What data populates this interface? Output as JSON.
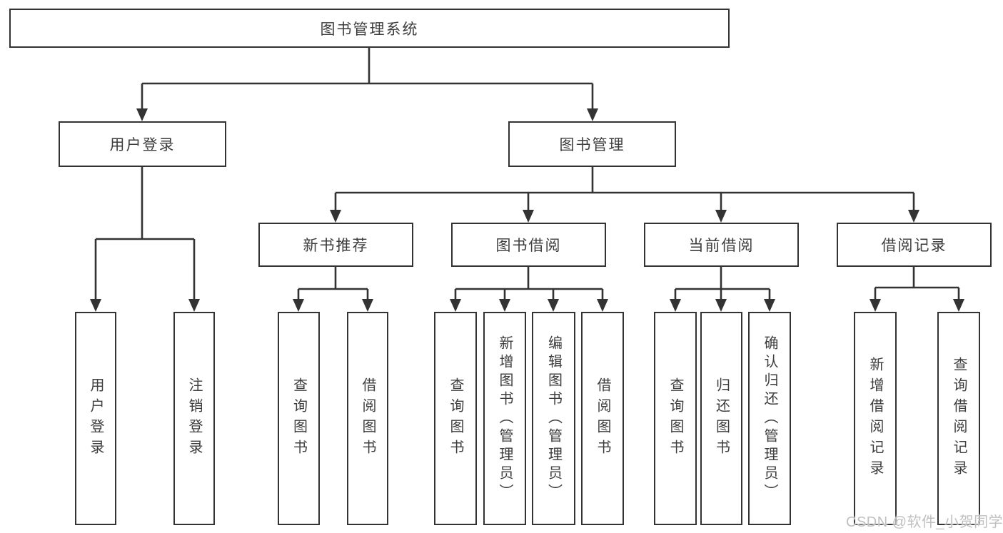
{
  "diagram": {
    "root": {
      "label": "图书管理系统"
    },
    "level2": [
      {
        "label": "用户登录"
      },
      {
        "label": "图书管理"
      }
    ],
    "level3": [
      {
        "label": "新书推荐"
      },
      {
        "label": "图书借阅"
      },
      {
        "label": "当前借阅"
      },
      {
        "label": "借阅记录"
      }
    ],
    "leaves": {
      "user_login": [
        {
          "label": "用户登录"
        },
        {
          "label": "注销登录"
        }
      ],
      "new_books": [
        {
          "label": "查询图书"
        },
        {
          "label": "借阅图书"
        }
      ],
      "book_borrow": [
        {
          "label": "查询图书"
        },
        {
          "label": "新增图书（管理员）"
        },
        {
          "label": "编辑图书（管理员）"
        },
        {
          "label": "借阅图书"
        }
      ],
      "current_borrow": [
        {
          "label": "查询图书"
        },
        {
          "label": "归还图书"
        },
        {
          "label": "确认归还（管理员）"
        }
      ],
      "borrow_records": [
        {
          "label": "新增借阅记录"
        },
        {
          "label": "查询借阅记录"
        }
      ]
    },
    "colors": {
      "line": "#333333",
      "text": "#3d3d3d",
      "background": "#ffffff",
      "watermark": "#c0c0c0"
    }
  },
  "watermark": {
    "text": "CSDN @软件_小贺同学"
  }
}
